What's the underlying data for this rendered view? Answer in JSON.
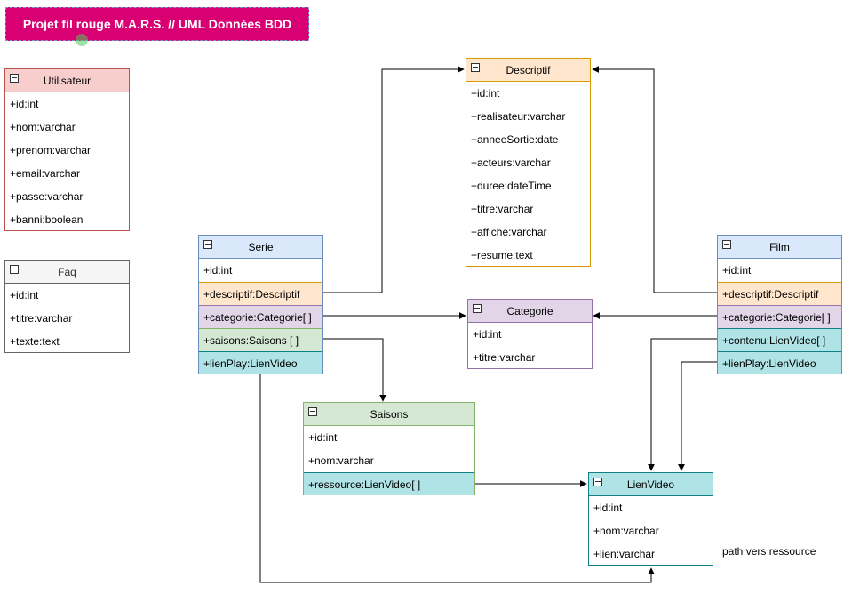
{
  "title": "Projet fil rouge M.A.R.S. // UML Données BDD",
  "colors": {
    "banner": "#d80073",
    "utilisateur_fill": "#f8cecc",
    "utilisateur_stroke": "#b85450",
    "faq_fill": "#f5f5f5",
    "faq_stroke": "#666666",
    "descriptif_fill": "#ffe6cc",
    "descriptif_stroke": "#d79b00",
    "categorie_fill": "#e1d5e7",
    "categorie_stroke": "#9673a6",
    "saisons_fill": "#d5e8d4",
    "saisons_stroke": "#82b366",
    "lienvideo_fill": "#b0e3e6",
    "lienvideo_stroke": "#0e8088",
    "blue_fill": "#dae8fc",
    "blue_stroke": "#6c8ebf"
  },
  "classes": {
    "utilisateur": {
      "name": "Utilisateur",
      "fields": [
        "+id:int",
        "+nom:varchar",
        "+prenom:varchar",
        "+email:varchar",
        "+passe:varchar",
        "+banni:boolean"
      ]
    },
    "faq": {
      "name": "Faq",
      "fields": [
        "+id:int",
        "+titre:varchar",
        "+texte:text"
      ]
    },
    "descriptif": {
      "name": "Descriptif",
      "fields": [
        "+id:int",
        "+realisateur:varchar",
        "+anneeSortie:date",
        "+acteurs:varchar",
        "+duree:dateTime",
        "+titre:varchar",
        "+affiche:varchar",
        "+resume:text"
      ]
    },
    "serie": {
      "name": "Serie",
      "fields": [
        "+id:int",
        "+descriptif:Descriptif",
        "+categorie:Categorie[ ]",
        "+saisons:Saisons [ ]",
        "+lienPlay:LienVideo"
      ]
    },
    "categorie": {
      "name": "Categorie",
      "fields": [
        "+id:int",
        "+titre:varchar"
      ]
    },
    "film": {
      "name": "Film",
      "fields": [
        "+id:int",
        "+descriptif:Descriptif",
        "+categorie:Categorie[ ]",
        "+contenu:LienVideo[ ]",
        "+lienPlay:LienVideo"
      ]
    },
    "saisons": {
      "name": "Saisons",
      "fields": [
        "+id:int",
        "+nom:varchar",
        "+ressource:LienVideo[ ]"
      ]
    },
    "lienvideo": {
      "name": "LienVideo",
      "fields": [
        "+id:int",
        "+nom:varchar",
        "+lien:varchar"
      ]
    }
  },
  "note": "path vers ressource"
}
